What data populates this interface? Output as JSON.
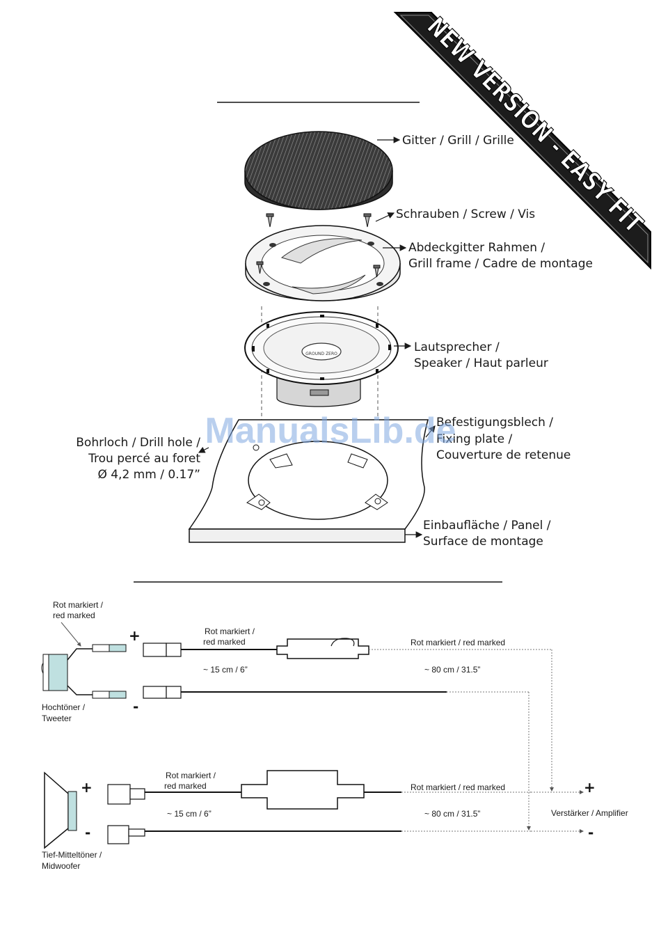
{
  "banner": "NEW VERSION - EASY FIT",
  "watermark": "ManualsLib.de",
  "speaker_brand": "GROUND ZERO",
  "assembly_labels": {
    "grill": "Gitter / Grill / Grille",
    "screw": "Schrauben / Screw / Vis",
    "frame_1": "Abdeckgitter Rahmen /",
    "frame_2": "Grill frame / Cadre de montage",
    "speaker_1": "Lautsprecher /",
    "speaker_2": "Speaker /  Haut parleur",
    "plate_1": "Befestigungsblech /",
    "plate_2": "Fixing plate /",
    "plate_3": "Couverture de retenue",
    "drill_1": "Bohrloch / Drill hole /",
    "drill_2": "Trou percé au foret",
    "drill_3": "Ø 4,2 mm / 0.17”",
    "panel_1": "Einbaufläche / Panel /",
    "panel_2": "Surface de montage"
  },
  "wiring_labels": {
    "tweeter_mark_1": "Rot markiert /",
    "tweeter_mark_2": "red marked",
    "tweeter_wire_mark_1": "Rot markiert /",
    "tweeter_wire_mark_2": "red marked",
    "tweeter_len_short": "~ 15 cm / 6”",
    "tweeter_len_long": "~ 80 cm / 31.5”",
    "tweeter_long_mark": "Rot markiert / red marked",
    "tweeter_name_1": "Hochtöner /",
    "tweeter_name_2": "Tweeter",
    "woofer_wire_mark_1": "Rot markiert /",
    "woofer_wire_mark_2": "red marked",
    "woofer_long_mark": "Rot markiert / red marked",
    "woofer_len_short": "~ 15 cm / 6”",
    "woofer_len_long": "~ 80 cm / 31.5”",
    "woofer_name_1": "Tief-Mitteltöner /",
    "woofer_name_2": "Midwoofer",
    "amplifier": "Verstärker / Amplifier",
    "plus": "+",
    "minus": "-"
  },
  "colors": {
    "accent": "#bfe0e0",
    "ink": "#1a1a1a"
  }
}
